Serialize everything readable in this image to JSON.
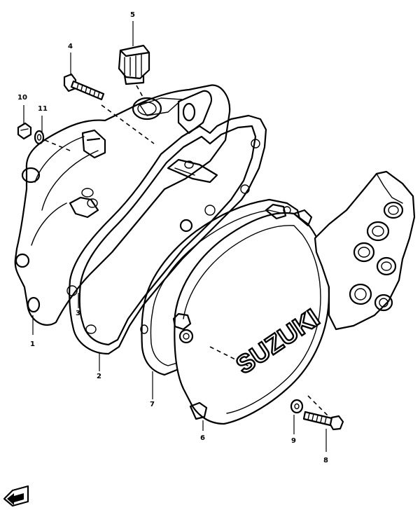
{
  "diagram": {
    "brand_logo_text": "SUZUKI",
    "part_numbers": [
      "1",
      "2",
      "3",
      "4",
      "5",
      "6",
      "7",
      "8",
      "9",
      "10",
      "11"
    ],
    "icons": {
      "front_direction": "front-arrow-icon"
    },
    "colors": {
      "ink": "#000000",
      "paper": "#ffffff"
    }
  }
}
